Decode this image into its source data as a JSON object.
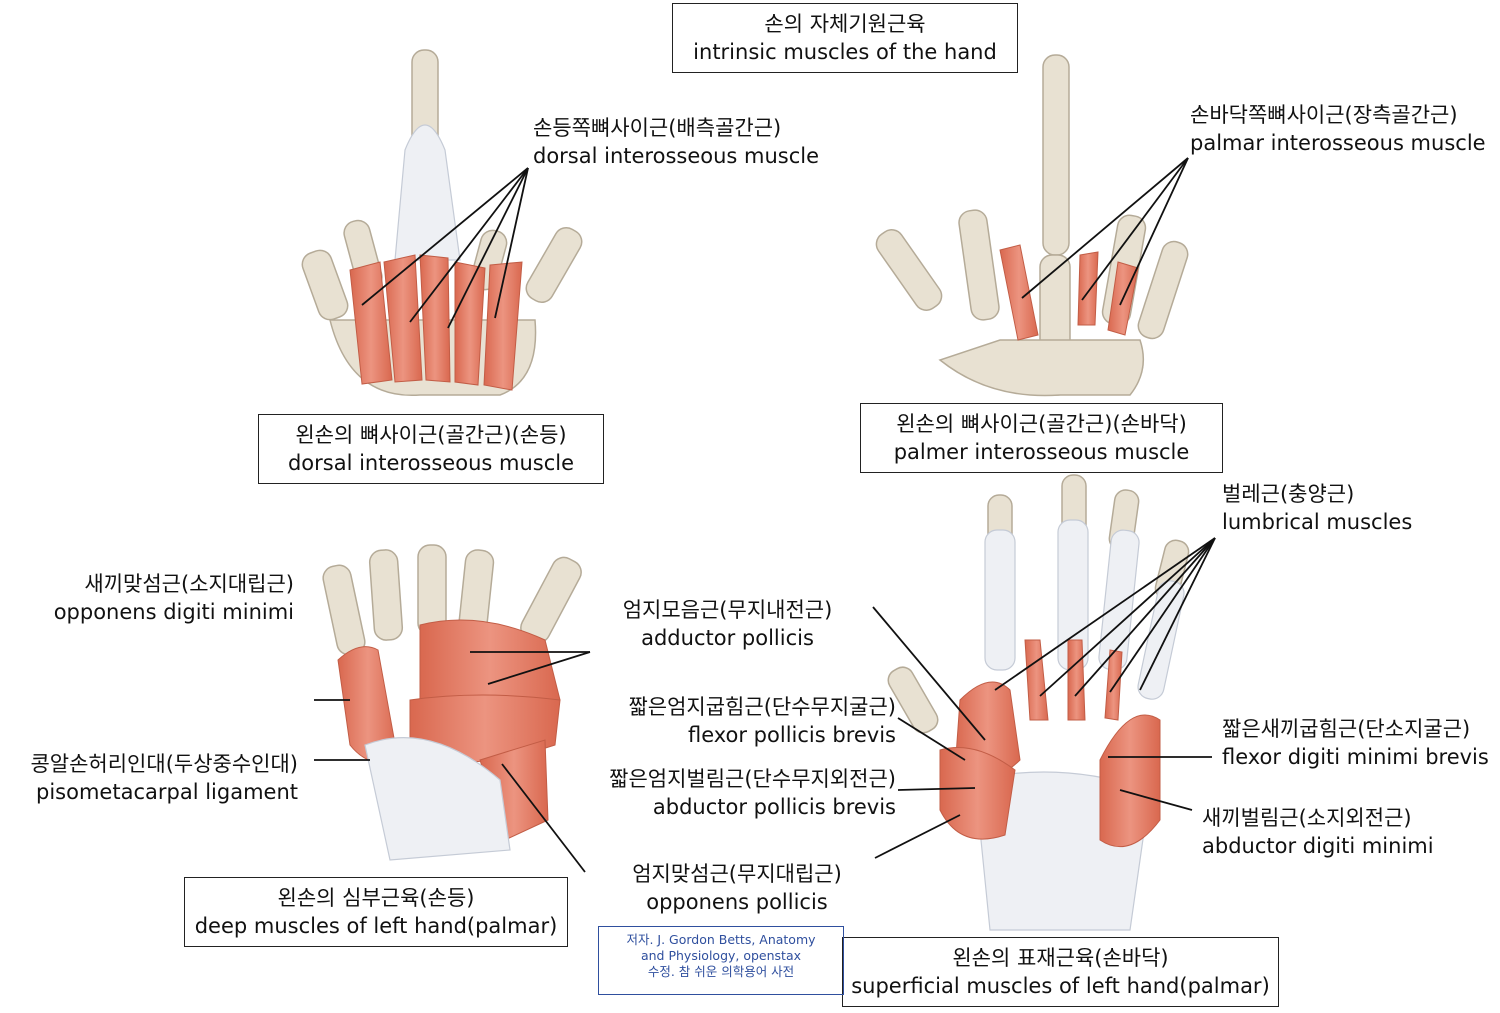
{
  "title": {
    "ko": "손의 자체기원근육",
    "en": "intrinsic muscles of the hand"
  },
  "panels": {
    "dorsal": {
      "ko": "왼손의 뼈사이근(골간근)(손등)",
      "en": "dorsal interosseous muscle"
    },
    "palmar": {
      "ko": "왼손의 뼈사이근(골간근)(손바닥)",
      "en": "palmer interosseous muscle"
    },
    "deep": {
      "ko": "왼손의 심부근육(손등)",
      "en": "deep muscles of left hand(palmar)"
    },
    "superficial": {
      "ko": "왼손의 표재근육(손바닥)",
      "en": "superficial muscles of left hand(palmar)"
    }
  },
  "labels": {
    "dorsal_interosseous": {
      "ko": "손등쪽뼈사이근(배측골간근)",
      "en": "dorsal interosseous muscle"
    },
    "palmar_interosseous": {
      "ko": "손바닥쪽뼈사이근(장측골간근)",
      "en": "palmar interosseous muscle"
    },
    "opponens_digiti_minimi": {
      "ko": "새끼맞섬근(소지대립근)",
      "en": "opponens digiti minimi"
    },
    "pisometacarpal": {
      "ko": "콩알손허리인대(두상중수인대)",
      "en": "pisometacarpal ligament"
    },
    "adductor_pollicis": {
      "ko": "엄지모음근(무지내전근)",
      "en": "adductor pollicis"
    },
    "flexor_pollicis_brevis": {
      "ko": "짧은엄지굽힘근(단수무지굴근)",
      "en": "flexor pollicis brevis"
    },
    "abductor_pollicis_brevis": {
      "ko": "짧은엄지벌림근(단수무지외전근)",
      "en": "abductor pollicis brevis"
    },
    "opponens_pollicis": {
      "ko": "엄지맞섬근(무지대립근)",
      "en": "opponens pollicis"
    },
    "lumbrical": {
      "ko": "벌레근(충양근)",
      "en": "lumbrical muscles"
    },
    "flexor_digiti_minimi_brevis": {
      "ko": "짧은새끼굽힘근(단소지굴근)",
      "en": "flexor digiti minimi brevis"
    },
    "abductor_digiti_minimi": {
      "ko": "새끼벌림근(소지외전근)",
      "en": "abductor digiti minimi"
    }
  },
  "credit": {
    "line1": "저자. J. Gordon Betts, Anatomy",
    "line2": "and Physiology, openstax",
    "line3": "수정. 참 쉬운 의학용어 사전"
  },
  "colors": {
    "muscle": "#e27b63",
    "bone": "#e8e1d2",
    "tendon": "#eef0f4",
    "credit_border": "#2f4f9e"
  }
}
